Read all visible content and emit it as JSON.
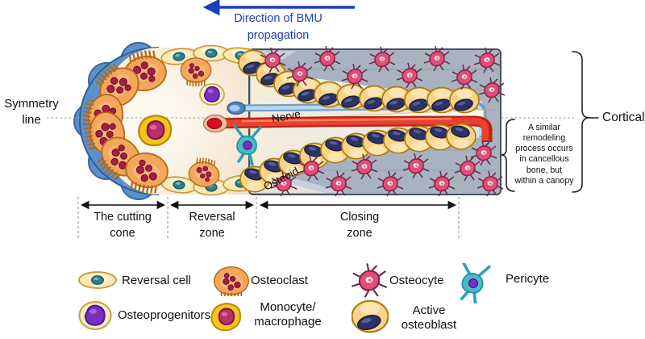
{
  "header": {
    "direction_label": "Direction of BMU\npropagation"
  },
  "diagram": {
    "symmetry_label": "Symmetry\nline",
    "nerve_label": "Nerve",
    "osteoid_label": "Osteoid",
    "cortical_label": "Cortical",
    "cancellous_note": "A similar\nremodeling\nprocess occurs\nin cancellous\nbone, but\nwithin a canopy"
  },
  "zones": [
    {
      "id": "cutting-cone",
      "label": "The cutting\ncone"
    },
    {
      "id": "reversal-zone",
      "label": "Reversal\nzone"
    },
    {
      "id": "closing-zone",
      "label": "Closing\nzone"
    }
  ],
  "legend": {
    "items": [
      {
        "icon": "reversal-cell-icon",
        "label": "Reversal cell"
      },
      {
        "icon": "osteoclast-icon",
        "label": "Osteoclast"
      },
      {
        "icon": "osteocyte-icon",
        "label": "Osteocyte"
      },
      {
        "icon": "pericyte-icon",
        "label": "Pericyte"
      },
      {
        "icon": "osteoprogenitors-icon",
        "label": "Osteoprogenitors"
      },
      {
        "icon": "monocyte-macrophage-icon",
        "label": "Monocyte/\nmacrophage"
      },
      {
        "icon": "active-osteoblast-icon",
        "label": "Active\nosteoblast"
      }
    ]
  },
  "palette": {
    "direction_blue": "#1c3fbe",
    "cutting_front_blue": "#5b92cd",
    "osteoclast_orange": "#f4a75c",
    "osteoclast_granule": "#a21d47",
    "reversal_cream": "#f8e9b6",
    "reversal_nucleus_teal": "#2a8090",
    "osteoblast_yellow": "#f9d488",
    "osteoblast_nucleus_navy": "#2c3263",
    "osteocyte_pink": "#df4f78",
    "pericyte_teal": "#47bdca",
    "osteoprogenitor_purple": "#7b2fc0",
    "monocyte_yellow": "#f6c51d",
    "monocyte_nucleus": "#b5306e",
    "bone_gray": "#a9b3bf",
    "artery_red": "#e84130",
    "vein_blue": "#6f9fd0",
    "canal_cream": "#f5edda"
  }
}
